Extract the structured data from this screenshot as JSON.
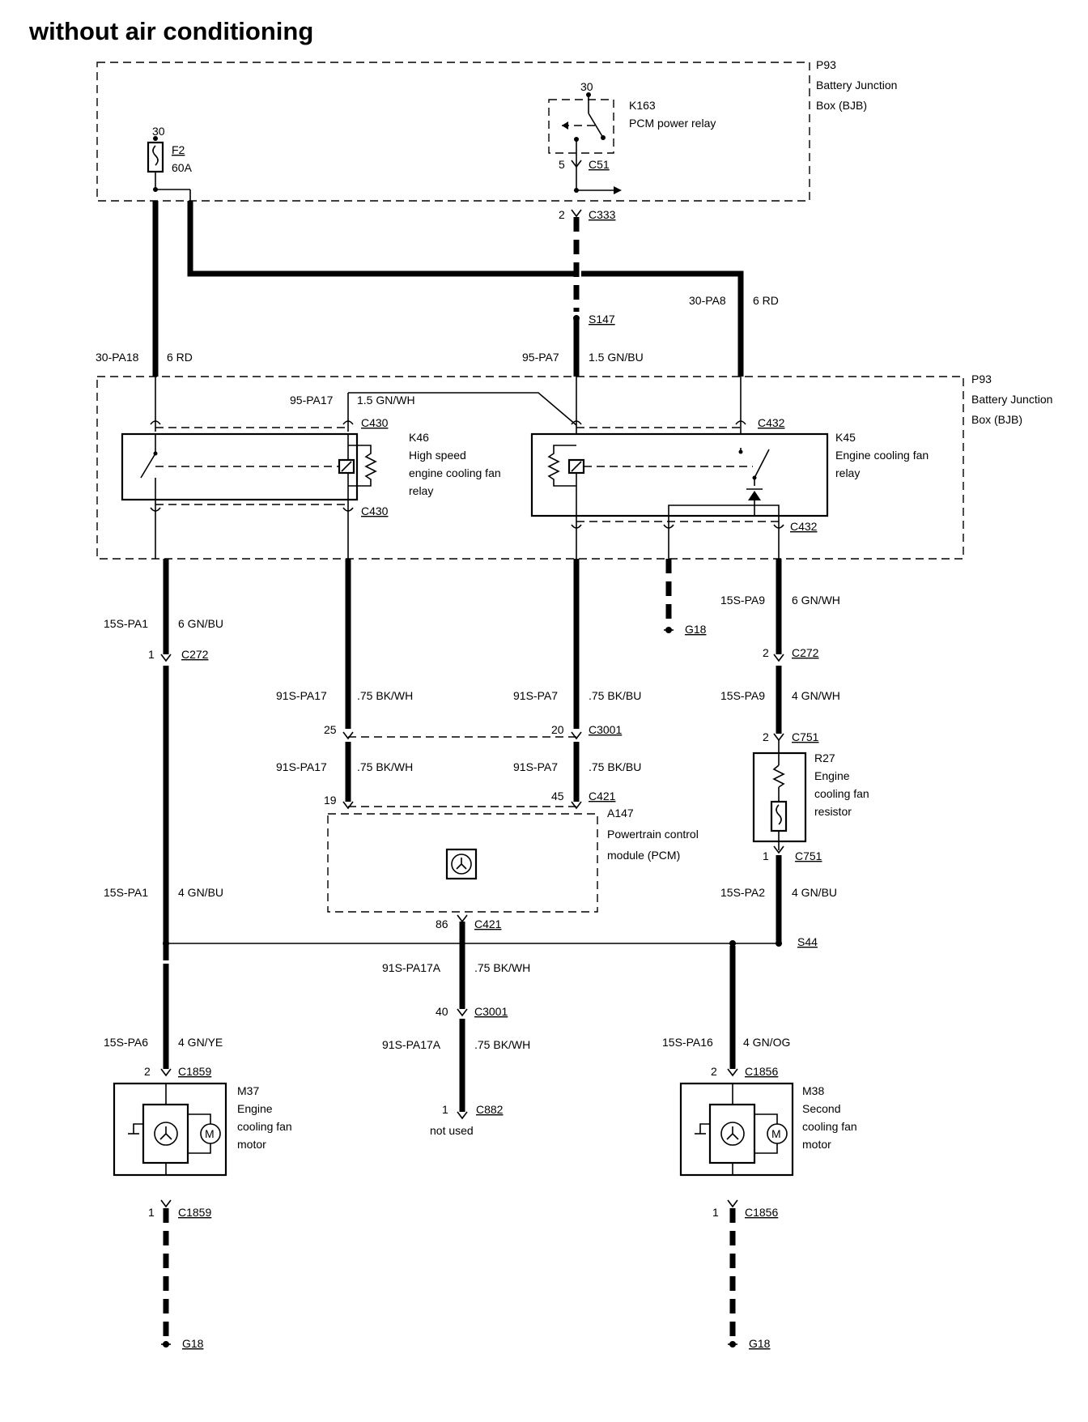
{
  "title": "without air conditioning",
  "bjb": {
    "id": "P93",
    "name_line1": "Battery Junction",
    "name_line2": "Box (BJB)"
  },
  "fuse": {
    "pin": "30",
    "id": "F2",
    "rating": "60A"
  },
  "k163": {
    "pin": "30",
    "id": "K163",
    "name": "PCM power relay",
    "pin_out": "5",
    "connector": "C51"
  },
  "c333": {
    "pin": "2",
    "id": "C333"
  },
  "s147": {
    "id": "S147"
  },
  "wires": {
    "w30pa18": {
      "circuit": "30-PA18",
      "spec": "6 RD"
    },
    "w30pa8": {
      "circuit": "30-PA8",
      "spec": "6 RD"
    },
    "w95pa7": {
      "circuit": "95-PA7",
      "spec": "1.5 GN/BU"
    },
    "w95pa17": {
      "circuit": "95-PA17",
      "spec": "1.5 GN/WH"
    },
    "w15pa1a": {
      "circuit": "15S-PA1",
      "spec": "6 GN/BU"
    },
    "w15pa9a": {
      "circuit": "15S-PA9",
      "spec": "6 GN/WH"
    },
    "w91pa17a": {
      "circuit": "91S-PA17",
      "spec": ".75 BK/WH"
    },
    "w91pa7a": {
      "circuit": "91S-PA7",
      "spec": ".75 BK/BU"
    },
    "w15pa9b": {
      "circuit": "15S-PA9",
      "spec": "4 GN/WH"
    },
    "w91pa17b": {
      "circuit": "91S-PA17",
      "spec": ".75 BK/WH"
    },
    "w91pa7b": {
      "circuit": "91S-PA7",
      "spec": ".75 BK/BU"
    },
    "w15pa1b": {
      "circuit": "15S-PA1",
      "spec": "4 GN/BU"
    },
    "w15pa2": {
      "circuit": "15S-PA2",
      "spec": "4 GN/BU"
    },
    "w91pa17a1": {
      "circuit": "91S-PA17A",
      "spec": ".75 BK/WH"
    },
    "w91pa17a2": {
      "circuit": "91S-PA17A",
      "spec": ".75 BK/WH"
    },
    "w15pa6": {
      "circuit": "15S-PA6",
      "spec": "4 GN/YE"
    },
    "w15pa16": {
      "circuit": "15S-PA16",
      "spec": "4 GN/OG"
    }
  },
  "k46": {
    "id": "K46",
    "line1": "High speed",
    "line2": "engine cooling fan",
    "line3": "relay",
    "conn_top": "C430",
    "conn_bot": "C430"
  },
  "k45": {
    "id": "K45",
    "line1": "Engine cooling fan",
    "line2": "relay",
    "conn_top": "C432",
    "conn_bot": "C432"
  },
  "g18_mid": "G18",
  "c272": {
    "pin1": "1",
    "pin2": "2",
    "id": "C272"
  },
  "c3001": {
    "pin25": "25",
    "pin20": "20",
    "id": "C3001",
    "pin40": "40"
  },
  "c751": {
    "pin2": "2",
    "pin1": "1",
    "id": "C751"
  },
  "r27": {
    "id": "R27",
    "line1": "Engine",
    "line2": "cooling fan",
    "line3": "resistor"
  },
  "c421": {
    "pin19": "19",
    "pin45": "45",
    "id": "C421",
    "pin86": "86"
  },
  "a147": {
    "id": "A147",
    "line1": "Powertrain control",
    "line2": "module (PCM)"
  },
  "s44": {
    "id": "S44"
  },
  "c882": {
    "pin": "1",
    "id": "C882",
    "note": "not used"
  },
  "m37": {
    "pin_top": "2",
    "conn": "C1859",
    "pin_bot": "1",
    "id": "M37",
    "line1": "Engine",
    "line2": "cooling fan",
    "line3": "motor",
    "ground": "G18"
  },
  "m38": {
    "pin_top": "2",
    "conn": "C1856",
    "pin_bot": "1",
    "id": "M38",
    "line1": "Second",
    "line2": "cooling fan",
    "line3": "motor",
    "ground": "G18"
  }
}
